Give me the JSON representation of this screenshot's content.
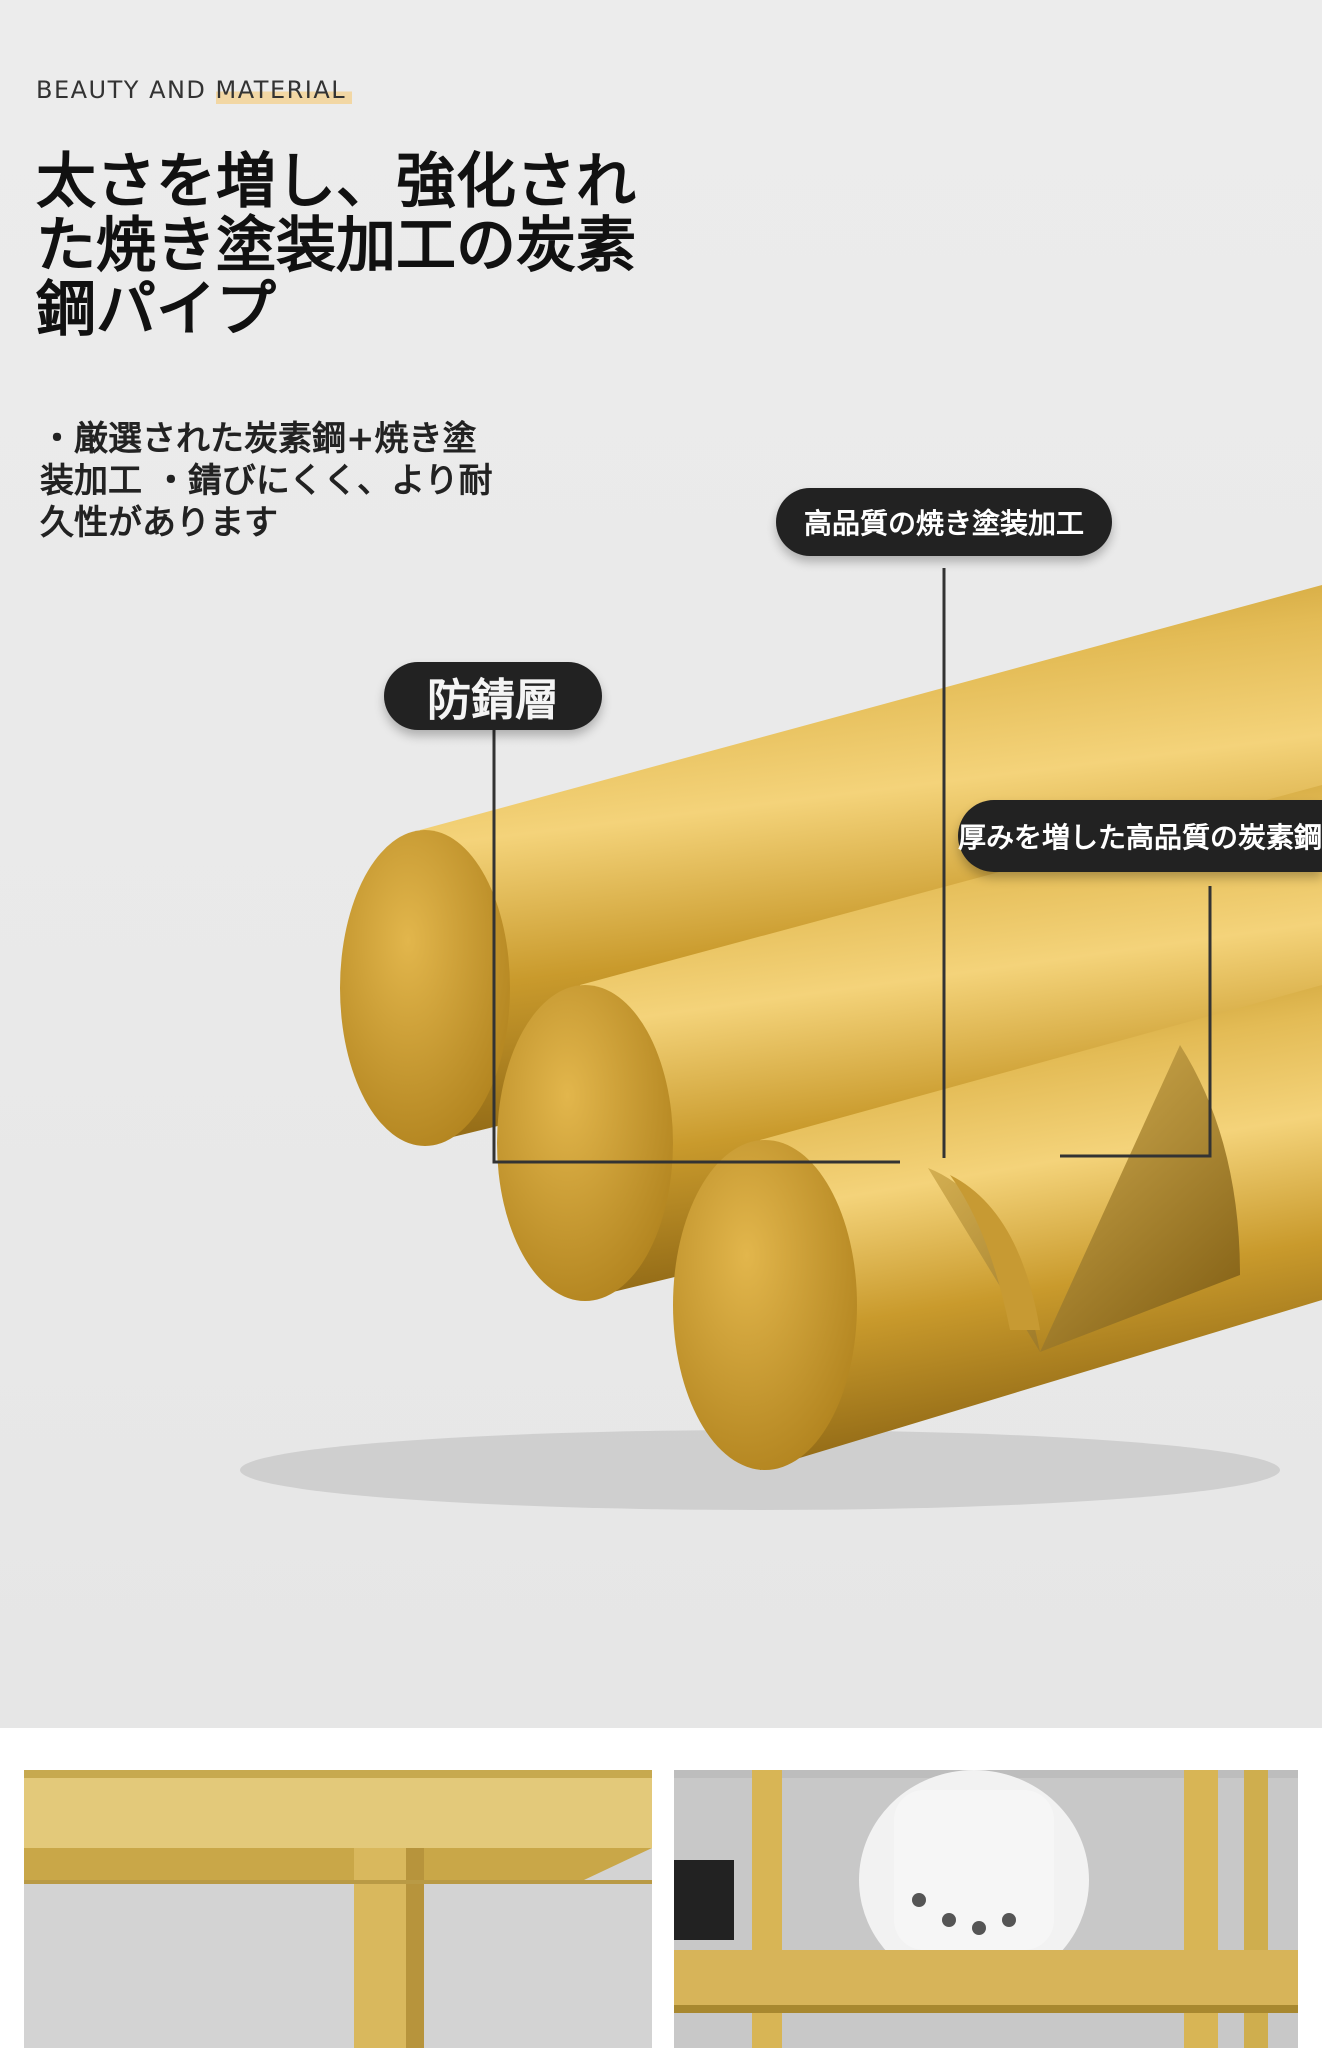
{
  "header": {
    "eyebrow_part1": "BEAUTY AND ",
    "eyebrow_part2": "MATERIAL",
    "headline_line1": "太さを増し、強化され",
    "headline_line2": "た焼き塗装加工の炭素",
    "headline_line3": "鋼パイプ"
  },
  "features": {
    "line1": "・厳選された炭素鋼+焼き塗",
    "line2": "装加工 ・錆びにくく、より耐",
    "line3": "久性があります"
  },
  "callouts": {
    "coating": "高品質の焼き塗装加工",
    "rust_layer": "防錆層",
    "steel": "厚みを増した高品質の炭素鋼"
  },
  "colors": {
    "gold": "#d4a632",
    "gold_dark": "#9b7316",
    "pill_bg": "#222222",
    "panel_bg": "#ebebeb"
  }
}
